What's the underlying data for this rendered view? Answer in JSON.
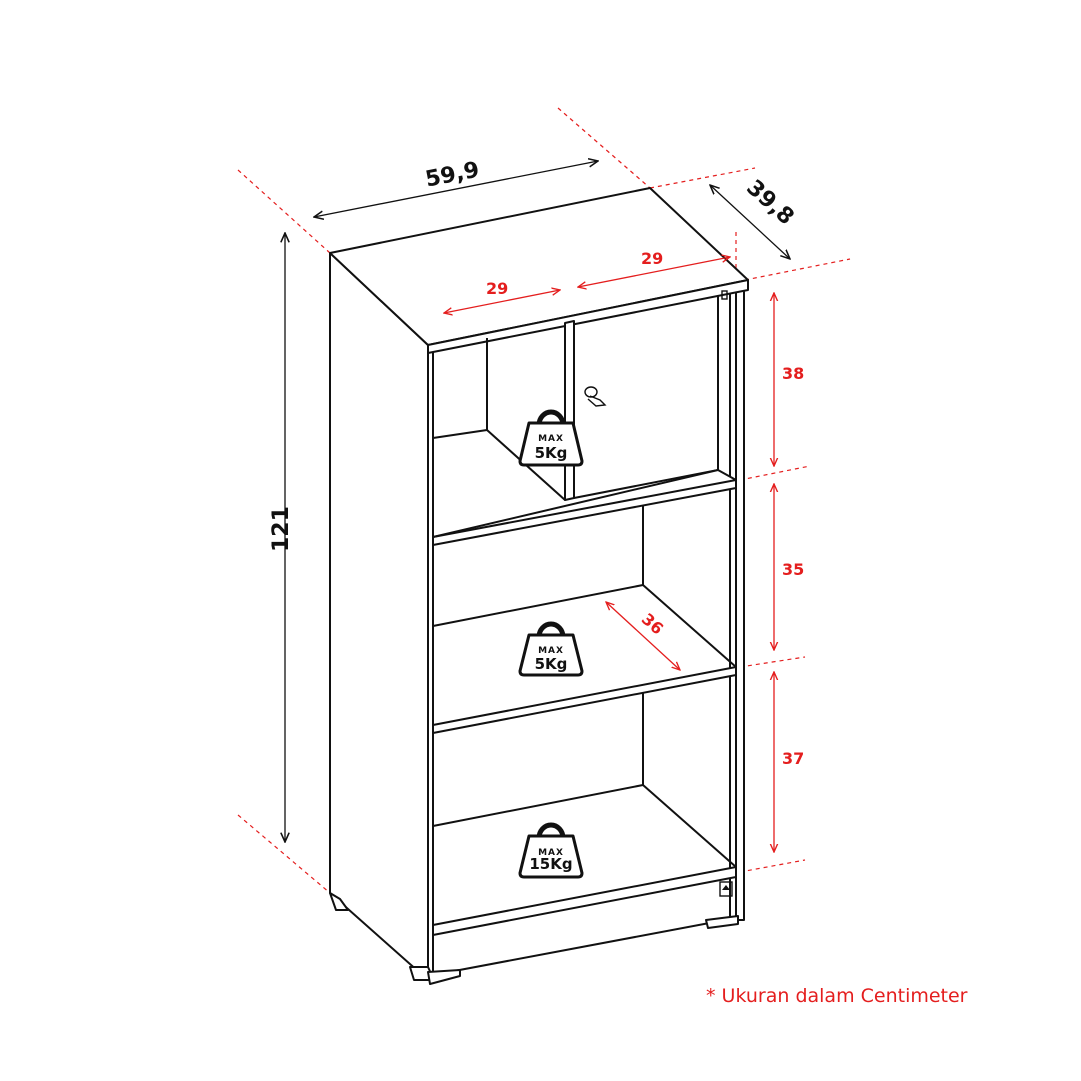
{
  "dimensions": {
    "width": "59,9",
    "depth": "39,8",
    "height": "121",
    "top_compartment_left_width": "29",
    "top_compartment_right_width": "29",
    "shelf_depth": "36",
    "top_compartment_height": "38",
    "middle_compartment_height": "35",
    "bottom_compartment_height": "37"
  },
  "load_badges": [
    {
      "max_label": "MAX",
      "weight": "5Kg"
    },
    {
      "max_label": "MAX",
      "weight": "5Kg"
    },
    {
      "max_label": "MAX",
      "weight": "15Kg"
    }
  ],
  "note": "* Ukuran dalam Centimeter",
  "colors": {
    "dimension_red": "#e41e1e",
    "line_black": "#111111",
    "background": "#ffffff"
  },
  "icons": [
    "arrow-icon",
    "weight-icon",
    "door-knob-icon",
    "logo-badge-icon"
  ]
}
